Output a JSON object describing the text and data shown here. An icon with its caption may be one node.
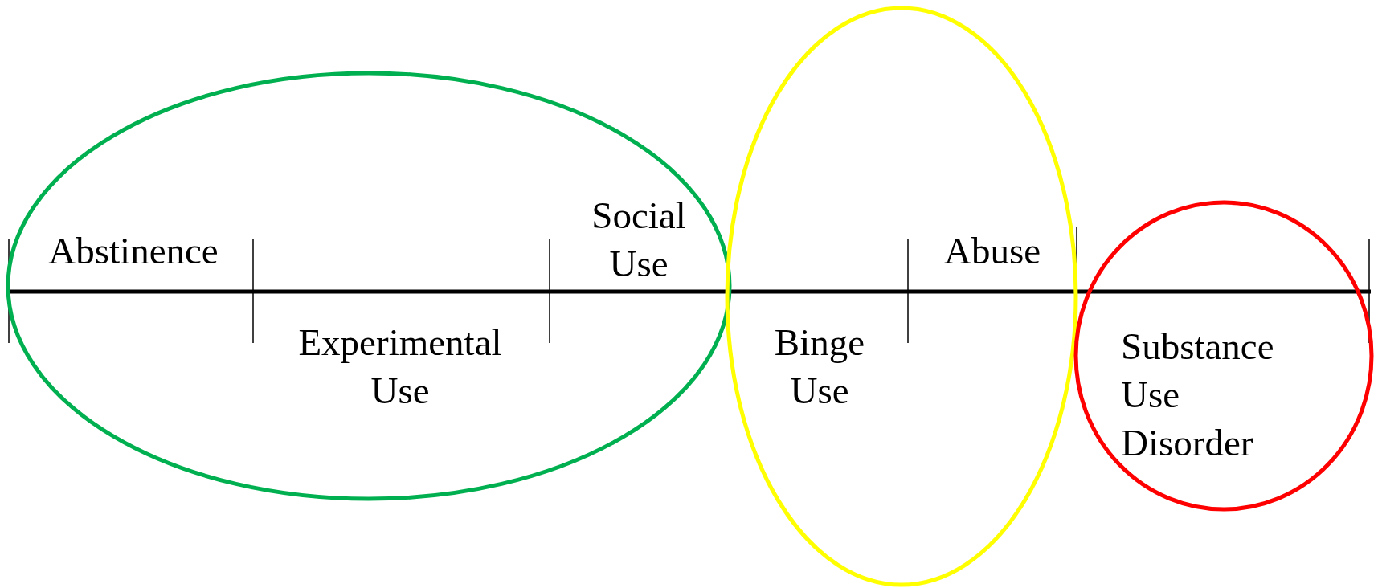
{
  "diagram": {
    "labels": [
      "Social Use",
      "Abstinence",
      "Abuse",
      "Experimental Use",
      "Binge Use",
      "Substance Use Disorder"
    ]
  }
}
